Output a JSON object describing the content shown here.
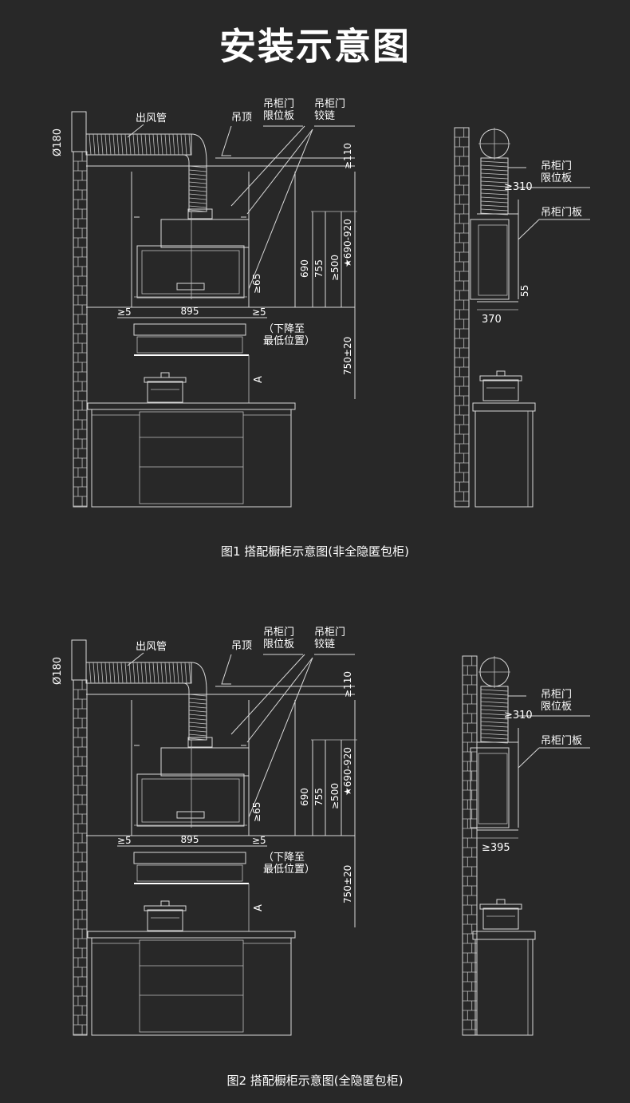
{
  "title": "安装示意图",
  "figures": [
    {
      "caption": "图1 搭配橱柜示意图(非全隐匿包柜)",
      "labels": {
        "duct": "出风管",
        "ceiling": "吊顶",
        "door_limit": "吊柜门\n限位板",
        "hinge": "吊柜门\n铰链",
        "dia": "Ø180",
        "gap_top": "≥110",
        "d690": "690",
        "d755": "755",
        "d500": "≥500",
        "d690_920": "★690-920",
        "d65": "≥65",
        "d5l": "≥5",
        "d895": "895",
        "d5r": "≥5",
        "lower": "（下降至\n最低位置）",
        "h750": "750±20",
        "a": "A",
        "side_limit": "吊柜门\n限位板",
        "side_310": "≥310",
        "side_door": "吊柜门板",
        "side_55": "55",
        "side_depth": "370"
      }
    },
    {
      "caption": "图2 搭配橱柜示意图(全隐匿包柜)",
      "labels": {
        "duct": "出风管",
        "ceiling": "吊顶",
        "door_limit": "吊柜门\n限位板",
        "hinge": "吊柜门\n铰链",
        "dia": "Ø180",
        "gap_top": "≥110",
        "d690": "690",
        "d755": "755",
        "d500": "≥500",
        "d690_920": "★690-920",
        "d65": "≥65",
        "d5l": "≥5",
        "d895": "895",
        "d5r": "≥5",
        "lower": "（下降至\n最低位置）",
        "h750": "750±20",
        "a": "A",
        "side_limit": "吊柜门\n限位板",
        "side_310": "≥310",
        "side_door": "吊柜门板",
        "side_depth": "≥395"
      }
    }
  ]
}
